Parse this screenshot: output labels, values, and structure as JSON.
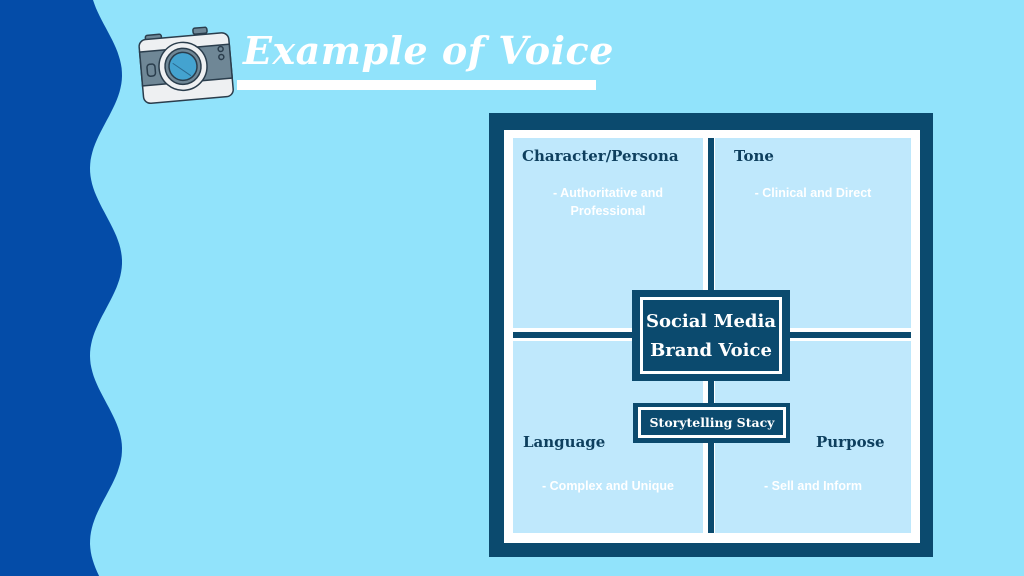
{
  "title": "Example of Voice",
  "colors": {
    "background": "#91e3fb",
    "wave_light": "#5ce0e6",
    "wave_teal": "#00c2cc",
    "wave_blue": "#044ca8",
    "frame": "#0b4a6e",
    "quadrant": "#bfe8fc"
  },
  "diagram": {
    "center": {
      "line1": "Social Media",
      "line2": "Brand Voice"
    },
    "persona_name": "Storytelling Stacy",
    "quadrants": [
      {
        "heading": "Character/Persona",
        "text_line1": "- Authoritative and",
        "text_line2": "Professional"
      },
      {
        "heading": "Tone",
        "text": "- Clinical and Direct"
      },
      {
        "heading": "Language",
        "text": "- Complex and Unique"
      },
      {
        "heading": "Purpose",
        "text": "- Sell and Inform"
      }
    ]
  }
}
